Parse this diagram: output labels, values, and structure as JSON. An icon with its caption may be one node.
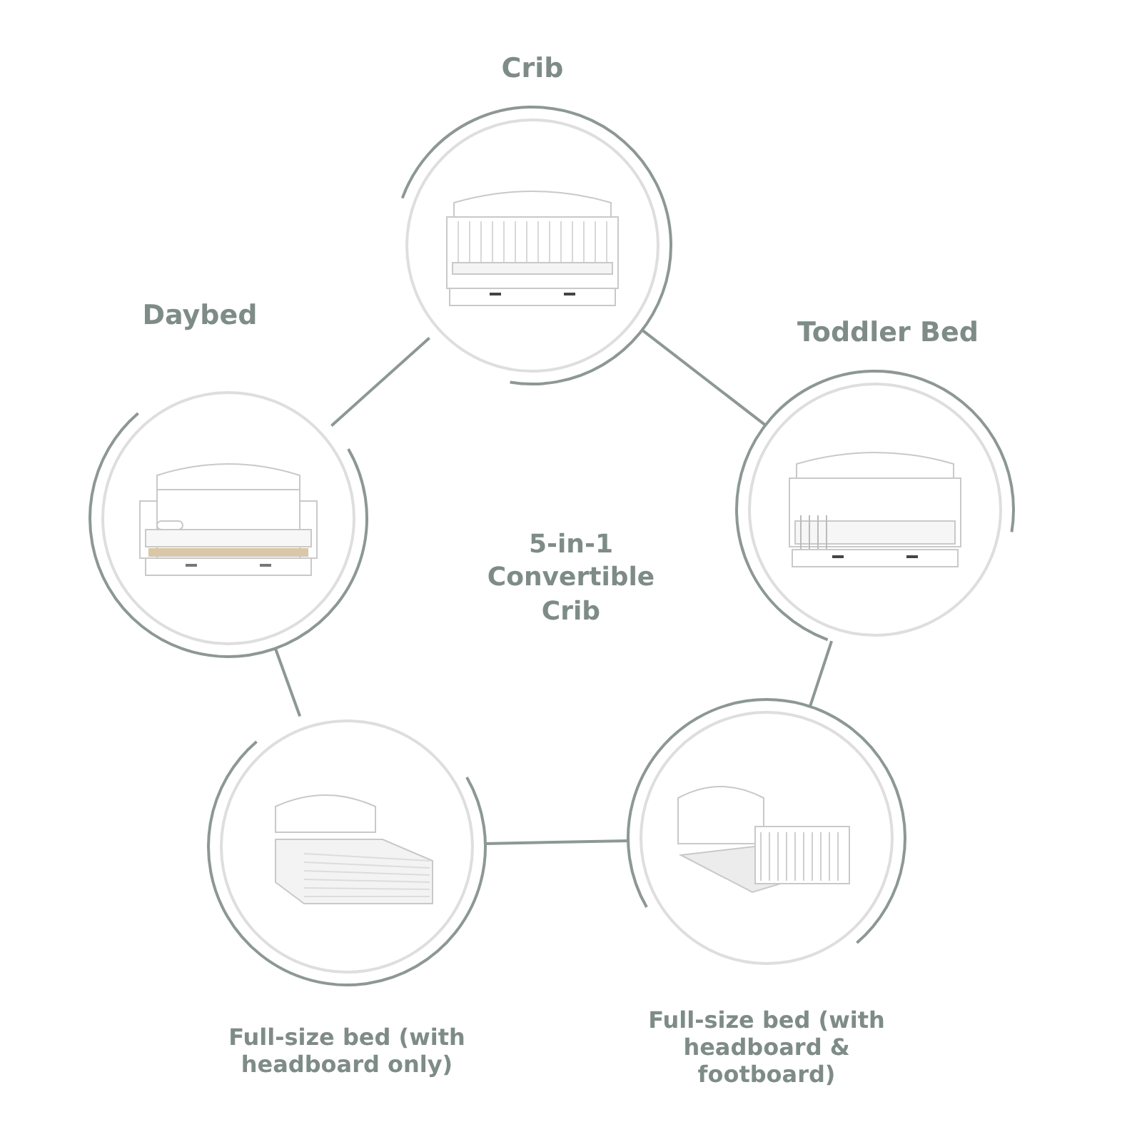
{
  "diagram": {
    "nodes": [
      {
        "text": [
          "Crib"
        ]
      },
      {
        "text": [
          "Toddler Bed"
        ]
      },
      {
        "text": [
          "Full-size bed (with headboard & footboard)"
        ]
      },
      {
        "text": [
          "Full-size bed (with headboard only)"
        ]
      },
      {
        "text": [
          "Daybed"
        ]
      }
    ],
    "edges": [
      {
        "from": 0,
        "to": 1,
        "arrow": "none"
      },
      {
        "from": 1,
        "to": 2,
        "arrow": "none"
      },
      {
        "from": 2,
        "to": 3,
        "arrow": "none"
      },
      {
        "from": 3,
        "to": 4,
        "arrow": "none"
      },
      {
        "from": 4,
        "to": 0,
        "arrow": "none"
      }
    ],
    "labels": [
      "5-in-1 Convertible Crib"
    ]
  }
}
